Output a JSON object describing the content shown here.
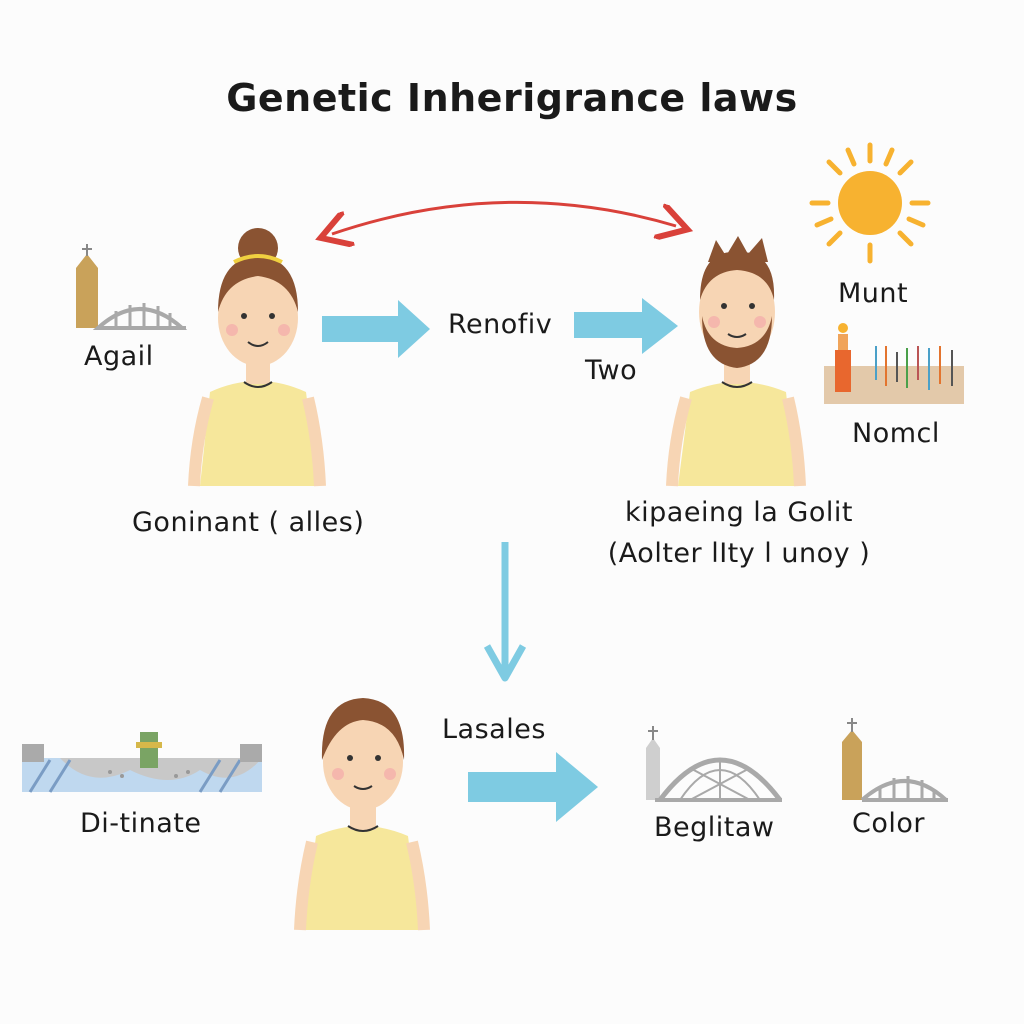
{
  "title": "Genetic Inherigrance laws",
  "labels": {
    "agail": "Agail",
    "renofiv": "Renofiv",
    "two": "Two",
    "munt": "Munt",
    "nomcl": "Nomcl",
    "goninant": "Goninant ( alles)",
    "kipaeing_line1": "kipaeing la Golit",
    "kipaeing_line2": "(Aolter lIty l unoy )",
    "lasales": "Lasales",
    "di_tinate": "Di-tinate",
    "beglitaw": "Beglitaw",
    "color": "Color"
  },
  "colors": {
    "arrow_blue": "#7ecbe2",
    "curve_red": "#d9413a",
    "shirt_yellow": "#f6e79b",
    "skin": "#f7d5b4",
    "hair_brown": "#8a5332",
    "sun_orange": "#f7b230",
    "tower_tan": "#c9a25a",
    "bridge_gray": "#a9a9a9"
  },
  "icons": [
    "sun-icon",
    "church-bridge-icon",
    "lab-tools-icon",
    "castle-bridge-icon"
  ]
}
